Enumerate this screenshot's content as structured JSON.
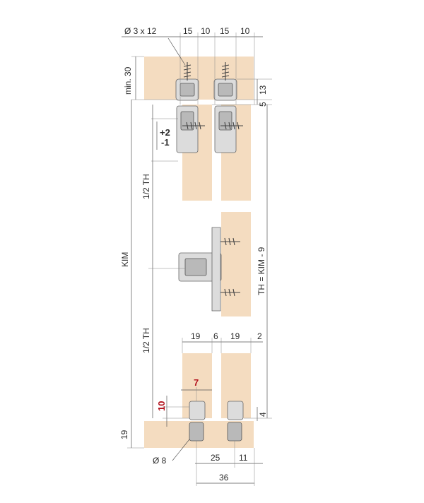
{
  "colors": {
    "wood": "#f4dcc0",
    "line": "#555555",
    "accent": "#b3121e",
    "hardware": "#dcdcdc"
  },
  "labels": {
    "screw": "Ø 3 x 12",
    "top_w1": "15",
    "top_w2": "10",
    "top_w3": "15",
    "top_w4": "10",
    "min30": "min. 30",
    "d13": "13",
    "d5": "5",
    "adj_plus": "+2",
    "adj_minus": "-1",
    "half_th_top": "1/2 TH",
    "half_th_bottom": "1/2 TH",
    "kim": "KIM",
    "th_formula": "TH = KIM - 9",
    "bot_w1": "19",
    "bot_w2": "6",
    "bot_w3": "19",
    "bot_w4": "2",
    "red7": "7",
    "red10": "10",
    "d4": "4",
    "d19": "19",
    "dia8": "Ø 8",
    "d25": "25",
    "d11": "11",
    "d36": "36"
  }
}
